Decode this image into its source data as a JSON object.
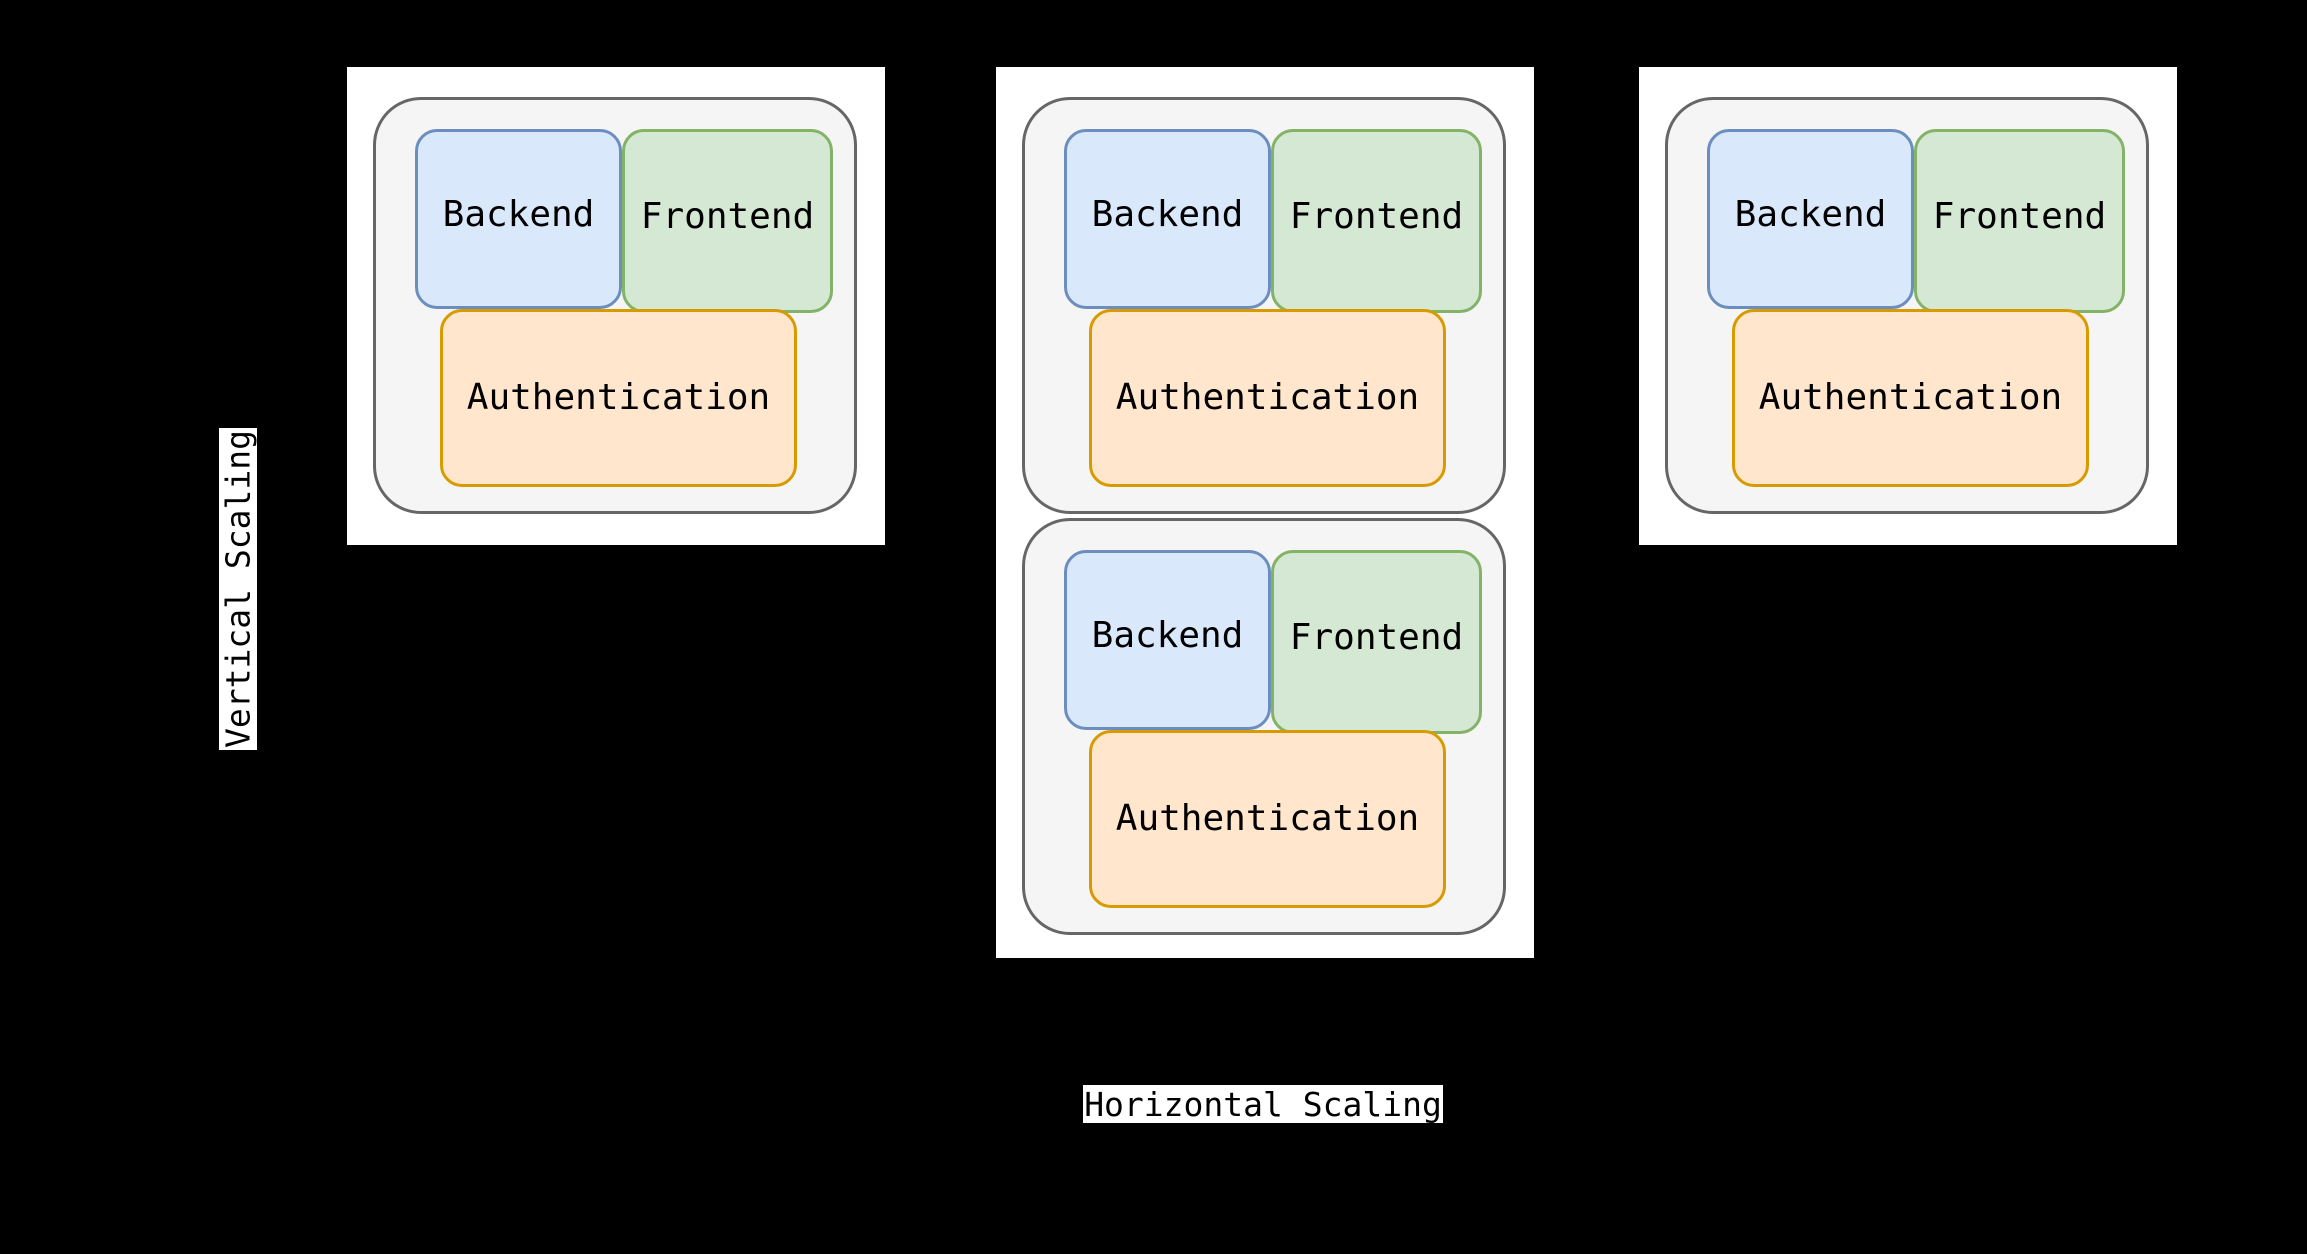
{
  "axes": {
    "vertical": "Vertical Scaling",
    "horizontal": "Horizontal Scaling"
  },
  "panels": [
    {
      "containers": [
        {
          "backend": "Backend",
          "frontend": "Frontend",
          "auth": "Authentication"
        }
      ]
    },
    {
      "containers": [
        {
          "backend": "Backend",
          "frontend": "Frontend",
          "auth": "Authentication"
        },
        {
          "backend": "Backend",
          "frontend": "Frontend",
          "auth": "Authentication"
        }
      ]
    },
    {
      "containers": [
        {
          "backend": "Backend",
          "frontend": "Frontend",
          "auth": "Authentication"
        }
      ]
    }
  ],
  "colors": {
    "background": "#000000",
    "panel": "#ffffff",
    "container_fill": "#f5f5f5",
    "container_border": "#666666",
    "backend_fill": "#dae8fc",
    "backend_border": "#6c8ebf",
    "frontend_fill": "#d5e8d4",
    "frontend_border": "#82b366",
    "authentication_fill": "#ffe6cc",
    "authentication_border": "#d79b00"
  }
}
